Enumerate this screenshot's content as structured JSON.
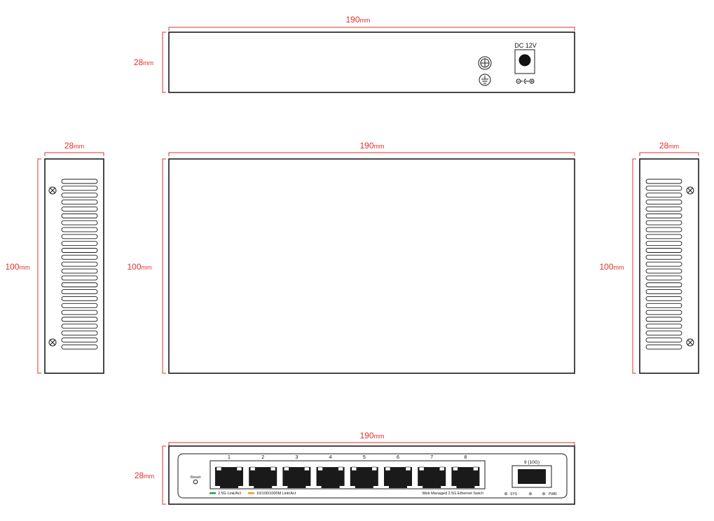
{
  "dimensions": {
    "length": "190",
    "height": "28",
    "depth": "100",
    "unit": "mm"
  },
  "rear_panel": {
    "power_label": "DC 12V"
  },
  "front_panel": {
    "reset_label": "Reset",
    "ports": [
      "1",
      "2",
      "3",
      "4",
      "5",
      "6",
      "7",
      "8"
    ],
    "sfp_label": "9 (10G)",
    "legend": [
      {
        "text": "2.5G Link/Act",
        "color": "#1f9d55"
      },
      {
        "text": "10/100/1000M Link/Act",
        "color": "#f39c12"
      }
    ],
    "model_text": "Web Managed 2.5G Ethernet Swich",
    "led_sys": "SYS",
    "led_pwr": "PWR"
  },
  "colors": {
    "dimension": "#e0312c",
    "outline": "#1a1a1a"
  }
}
